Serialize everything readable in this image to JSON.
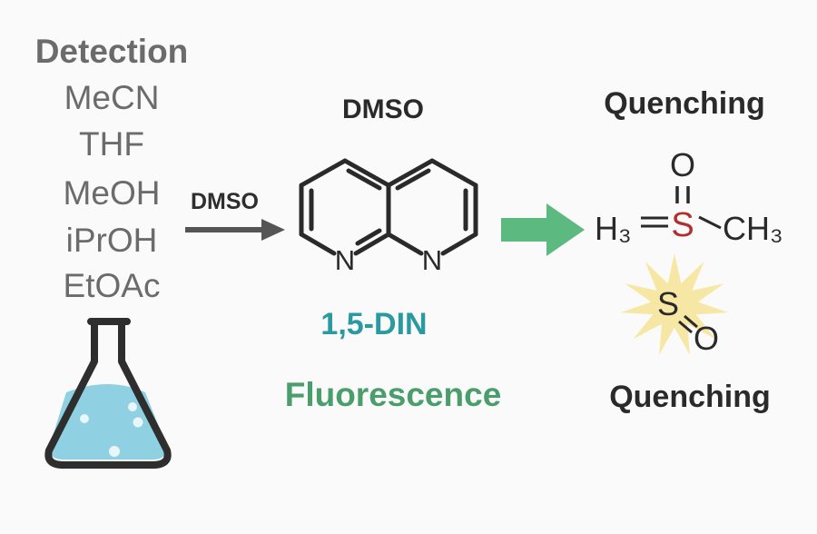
{
  "solvents": {
    "title": "Detection",
    "items": [
      "MeCN",
      "THF",
      "MeOH",
      "iPrOH",
      "EtOAc"
    ]
  },
  "reaction": {
    "arrow_label": "DMSO",
    "molecule_header": "DMSO",
    "molecule_name": "1,5-DIN",
    "atom_n": "N",
    "emission": "Fluorescence",
    "green_arrow_color": "#5cb97f",
    "fluor_color": "#4a9e6b",
    "name_color": "#2a9aa0"
  },
  "quenching": {
    "top_label": "Quenching",
    "bottom_label": "Quenching",
    "sulfur": "S",
    "oxygen": "O",
    "methyl_left": "H₃",
    "methyl_right": "CH₃",
    "sulfur_color": "#b03030",
    "burst_color": "#f7e7a5"
  },
  "flask": {
    "liquid_color": "#8fd0e2",
    "icon": "erlenmeyer-flask-icon"
  }
}
